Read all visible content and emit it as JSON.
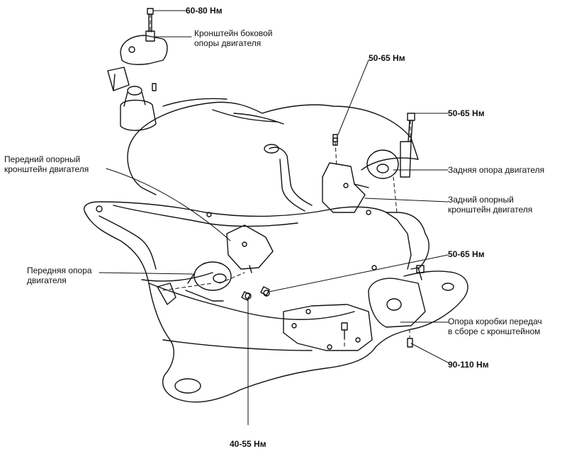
{
  "labels": {
    "torque_top": "60-80 Нм",
    "side_mount_bracket": "Кронштейн боковой\nопоры двигателя",
    "torque_upper_middle": "50-65 Нм",
    "torque_upper_right": "50-65 Нм",
    "rear_mount": "Задняя опора двигателя",
    "rear_bracket": "Задний опорный\nкронштейн двигателя",
    "front_bracket": "Передний опорный\nкронштейн двигателя",
    "front_mount": "Передняя опора\nдвигателя",
    "torque_right_middle": "50-65 Нм",
    "transmission_mount": "Опора коробки передач\nв сборе с кронштейном",
    "torque_lower_right": "90-110 Нм",
    "torque_bottom": "40-55 Нм"
  },
  "colors": {
    "ink": "#111111",
    "paper": "#ffffff"
  }
}
